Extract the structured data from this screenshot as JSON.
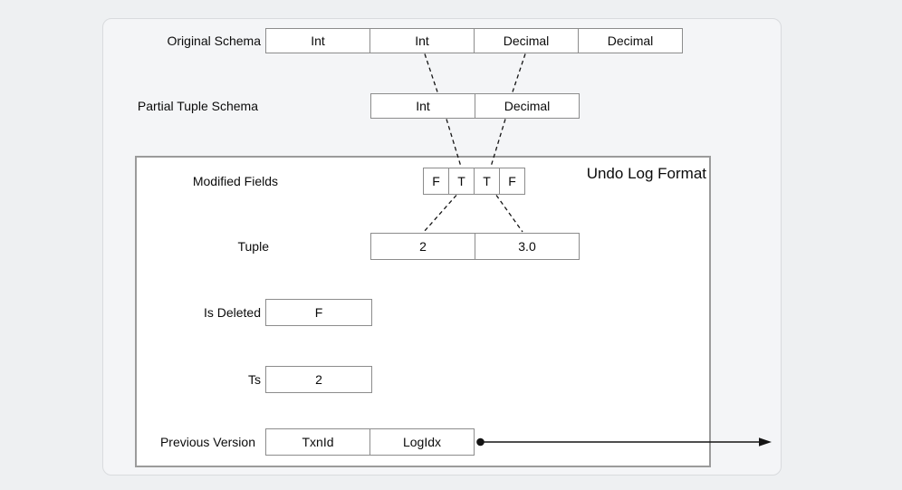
{
  "diagram": {
    "title": "Undo Log Format",
    "original_schema": {
      "label": "Original Schema",
      "cells": [
        "Int",
        "Int",
        "Decimal",
        "Decimal"
      ]
    },
    "partial_tuple_schema": {
      "label": "Partial Tuple Schema",
      "cells": [
        "Int",
        "Decimal"
      ]
    },
    "modified_fields": {
      "label": "Modified Fields",
      "cells": [
        "F",
        "T",
        "T",
        "F"
      ]
    },
    "tuple": {
      "label": "Tuple",
      "cells": [
        "2",
        "3.0"
      ]
    },
    "is_deleted": {
      "label": "Is Deleted",
      "cells": [
        "F"
      ]
    },
    "ts": {
      "label": "Ts",
      "cells": [
        "2"
      ]
    },
    "previous_version": {
      "label": "Previous Version",
      "cells": [
        "TxnId",
        "LogIdx"
      ]
    },
    "connections": [
      {
        "from": "original_schema.cells.1",
        "to": "partial_tuple_schema.cells.0",
        "style": "dashed"
      },
      {
        "from": "original_schema.cells.2",
        "to": "partial_tuple_schema.cells.1",
        "style": "dashed"
      },
      {
        "from": "partial_tuple_schema.cells.0",
        "to": "modified_fields.cells.1",
        "style": "dashed"
      },
      {
        "from": "partial_tuple_schema.cells.1",
        "to": "modified_fields.cells.2",
        "style": "dashed"
      },
      {
        "from": "modified_fields.cells.1",
        "to": "tuple.cells.0",
        "style": "dashed"
      },
      {
        "from": "modified_fields.cells.2",
        "to": "tuple.cells.1",
        "style": "dashed"
      },
      {
        "from": "previous_version",
        "to": "offscreen-right",
        "style": "solid-arrow-with-dot"
      }
    ],
    "colors": {
      "page_background": "#eef0f2",
      "card_fill": "#f4f5f7",
      "card_border": "#d9dbde",
      "panel_border": "#9b9b9b",
      "cell_border": "#8c8c8c",
      "cell_fill": "#ffffff",
      "line": "#141414",
      "text": "#0b0b0b"
    }
  }
}
